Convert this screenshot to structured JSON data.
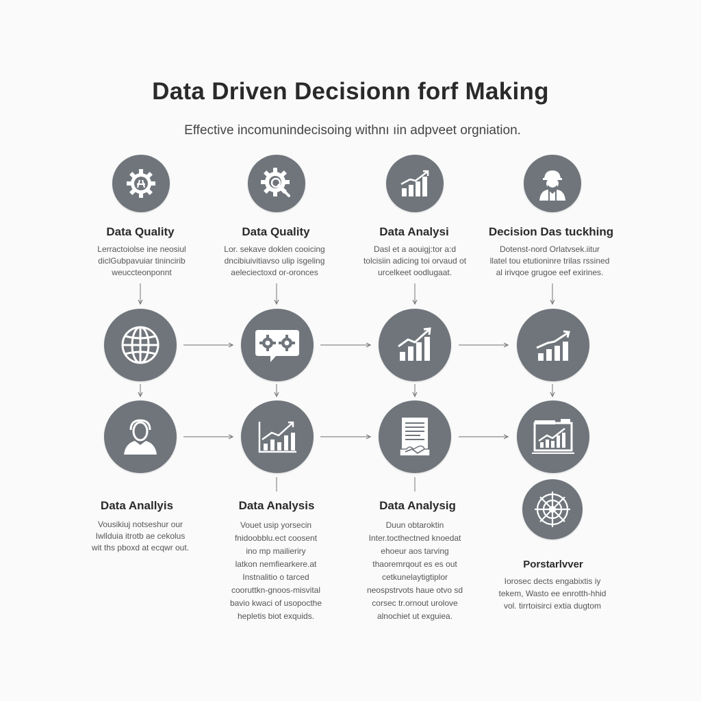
{
  "title": "Data Driven Decisionn forf Making",
  "subtitle": "Effective incomunindecisoing withnı ıin adpveet orgniation.",
  "top_row": [
    {
      "label": "Data Quality",
      "icon": "gear-tools-icon",
      "desc": [
        "Lerractoiolse ine neosiul",
        "diclGubpavuiar tinincirib",
        "weuccteonponnt"
      ]
    },
    {
      "label": "Data Quality",
      "icon": "gear-search-icon",
      "desc": [
        "Lor. sekave doklen cooicing",
        "dncibiuivitiavso ulip isgeling",
        "aeleciectoxd or-oronces"
      ]
    },
    {
      "label": "Data Analysi",
      "icon": "bar-chart-icon",
      "desc": [
        "Dasl et a aouigj:tor a:d",
        "tolcisiin adicing toi orvaud ot",
        "urcelkeet oodlugaat."
      ]
    },
    {
      "label": "Decision Das tuckhing",
      "icon": "worker-icon",
      "desc": [
        "Dotenst-nord Orlatvsek.iitur",
        "llatel tou etutioninre trilas rssined",
        "al irivqoe grugoe eef exirines."
      ]
    }
  ],
  "middle_row": [
    {
      "icon": "globe-icon"
    },
    {
      "icon": "gears-chat-icon"
    },
    {
      "icon": "growth-chart-icon"
    },
    {
      "icon": "growth-chart-icon"
    }
  ],
  "lower_row": [
    {
      "icon": "person-icon"
    },
    {
      "icon": "line-chart-icon"
    },
    {
      "icon": "document-icon"
    },
    {
      "icon": "dashboard-chart-icon"
    }
  ],
  "extra_node": {
    "icon": "target-icon"
  },
  "bottom_labels": [
    {
      "label": "Data Anallyis",
      "desc": [
        "Vousikiuj notseshur our",
        "Iwllduia itrotb ae cekolus",
        "wit ths pboxd at ecqwr out."
      ]
    },
    {
      "label": "Data Analysis",
      "desc": [
        "Vouet usip yorsecin",
        "fnidoobblu.ect coosent",
        "ino mp mailieriry",
        "latkon nemfiearkere.at",
        "Instnalitio o tarced",
        "cooruttkn-gnoos-misvital",
        "bavio kwaci of usopocthe",
        "hepletis biot exquids."
      ]
    },
    {
      "label": "Data Analysig",
      "desc": [
        "Duun obtaroktin",
        "Inter.tocthectned knoedat",
        "ehoeur aos tarving",
        "thaoremrqout es es out",
        "cetkunelaytigtiplor",
        "neospstrvots haue otvo sd",
        "corsec tr.ornout urolove",
        "alnochiet ut exguiea."
      ]
    },
    {
      "label": "Porstarlvver",
      "desc": [
        "Iorosec dects engabixtis iy",
        "tekem, Wasto ee enrotth-hhid",
        "vol. tirrtoisirci extia dugtom"
      ]
    }
  ]
}
